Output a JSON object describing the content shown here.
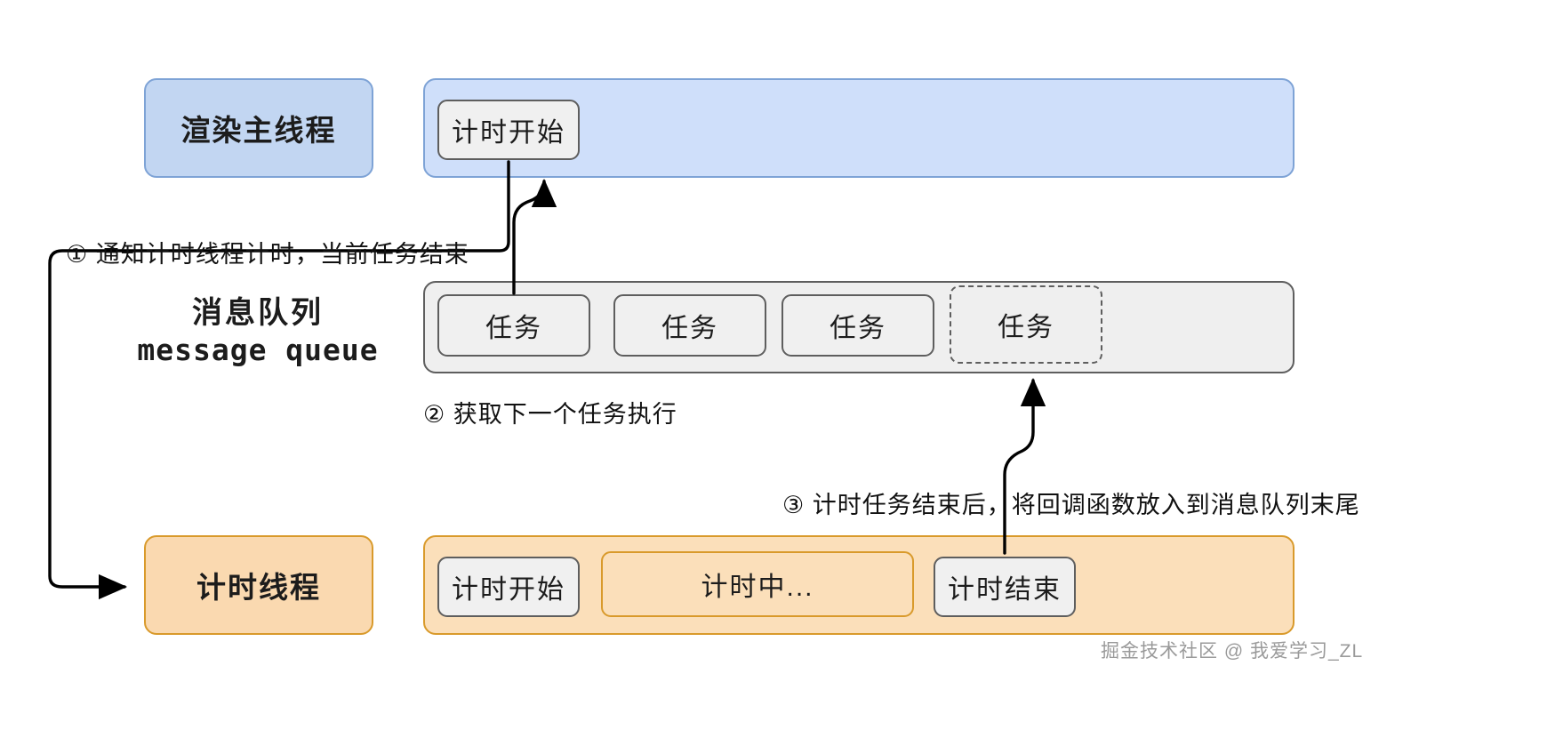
{
  "diagram": {
    "title": "JS event loop timer thread diagram",
    "colors": {
      "main_thread_fill": "#cfdffa",
      "main_thread_stroke": "#7ea3d6",
      "timer_thread_fill": "#fbdfba",
      "timer_thread_stroke": "#d99a2b",
      "queue_fill": "#efefef",
      "queue_stroke": "#5e5e5e",
      "chip_fill": "#f0f0f0",
      "arrow_color": "#000000",
      "watermark_color": "#9a9a9a"
    }
  },
  "lanes": {
    "main_thread": {
      "label": "渲染主线程",
      "chips": [
        {
          "label": "计时开始"
        }
      ]
    },
    "message_queue": {
      "title_cn": "消息队列",
      "title_en": "message queue",
      "tasks": [
        {
          "label": "任务",
          "style": "solid"
        },
        {
          "label": "任务",
          "style": "solid"
        },
        {
          "label": "任务",
          "style": "solid"
        },
        {
          "label": "任务",
          "style": "dashed"
        }
      ]
    },
    "timer_thread": {
      "label": "计时线程",
      "chips": [
        {
          "label": "计时开始",
          "style": "gray"
        },
        {
          "label": "计时中...",
          "style": "orange"
        },
        {
          "label": "计时结束",
          "style": "gray"
        }
      ]
    }
  },
  "annotations": [
    {
      "id": "note-1",
      "text": "① 通知计时线程计时，当前任务结束"
    },
    {
      "id": "note-2",
      "text": "② 获取下一个任务执行"
    },
    {
      "id": "note-3",
      "text": "③ 计时任务结束后，将回调函数放入到消息队列末尾"
    }
  ],
  "watermark": {
    "text": "掘金技术社区 @ 我爱学习_ZL"
  }
}
